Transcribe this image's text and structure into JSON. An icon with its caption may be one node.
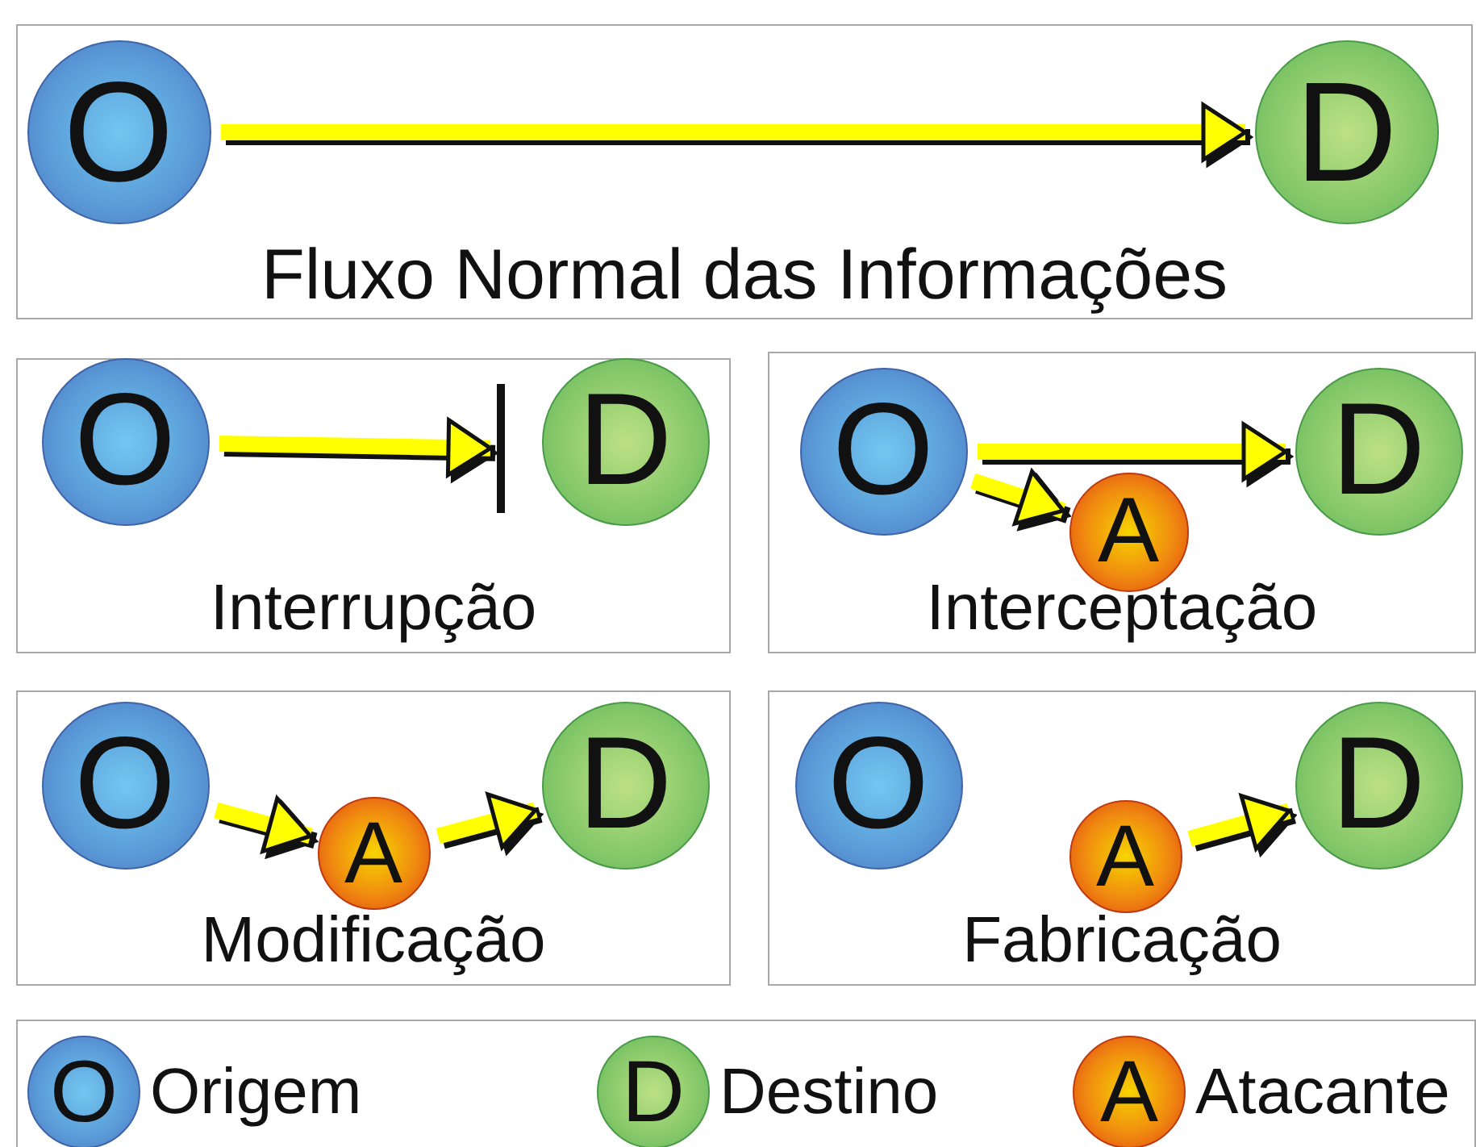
{
  "diagram": {
    "nodes": [
      {
        "text": [
          "Fluxo Normal das Informações"
        ]
      },
      {
        "text": [
          "O"
        ],
        "in": 0
      },
      {
        "text": [
          "D"
        ],
        "in": 0
      },
      {
        "text": [
          "Interrupção"
        ]
      },
      {
        "text": [
          "O"
        ],
        "in": 3
      },
      {
        "text": [
          "D"
        ],
        "in": 3
      },
      {
        "text": [],
        "shape": "bar",
        "in": 3
      },
      {
        "text": [
          "Interceptação"
        ]
      },
      {
        "text": [
          "O"
        ],
        "in": 7
      },
      {
        "text": [
          "A"
        ],
        "in": 7
      },
      {
        "text": [
          "D"
        ],
        "in": 7
      },
      {
        "text": [
          "Modificação"
        ]
      },
      {
        "text": [
          "O"
        ],
        "in": 11
      },
      {
        "text": [
          "A"
        ],
        "in": 11
      },
      {
        "text": [
          "D"
        ],
        "in": 11
      },
      {
        "text": [
          "Fabricação"
        ]
      },
      {
        "text": [
          "O"
        ],
        "in": 15
      },
      {
        "text": [
          "A"
        ],
        "in": 15
      },
      {
        "text": [
          "D"
        ],
        "in": 15
      },
      {
        "text": [
          "O"
        ],
        "beside": [
          "Origem"
        ]
      },
      {
        "text": [
          "D"
        ],
        "beside": [
          "Destino"
        ]
      },
      {
        "text": [
          "A"
        ],
        "beside": [
          "Atacante"
        ]
      }
    ],
    "edges": [
      {
        "from": 1,
        "to": 2,
        "arrow": "to"
      },
      {
        "from": 4,
        "to": 6,
        "arrow": "to"
      },
      {
        "from": 8,
        "to": 10,
        "arrow": "to"
      },
      {
        "from": 8,
        "to": 9,
        "arrow": "to"
      },
      {
        "from": 12,
        "to": 13,
        "arrow": "to"
      },
      {
        "from": 13,
        "to": 14,
        "arrow": "to"
      },
      {
        "from": 17,
        "to": 18,
        "arrow": "to"
      }
    ]
  }
}
